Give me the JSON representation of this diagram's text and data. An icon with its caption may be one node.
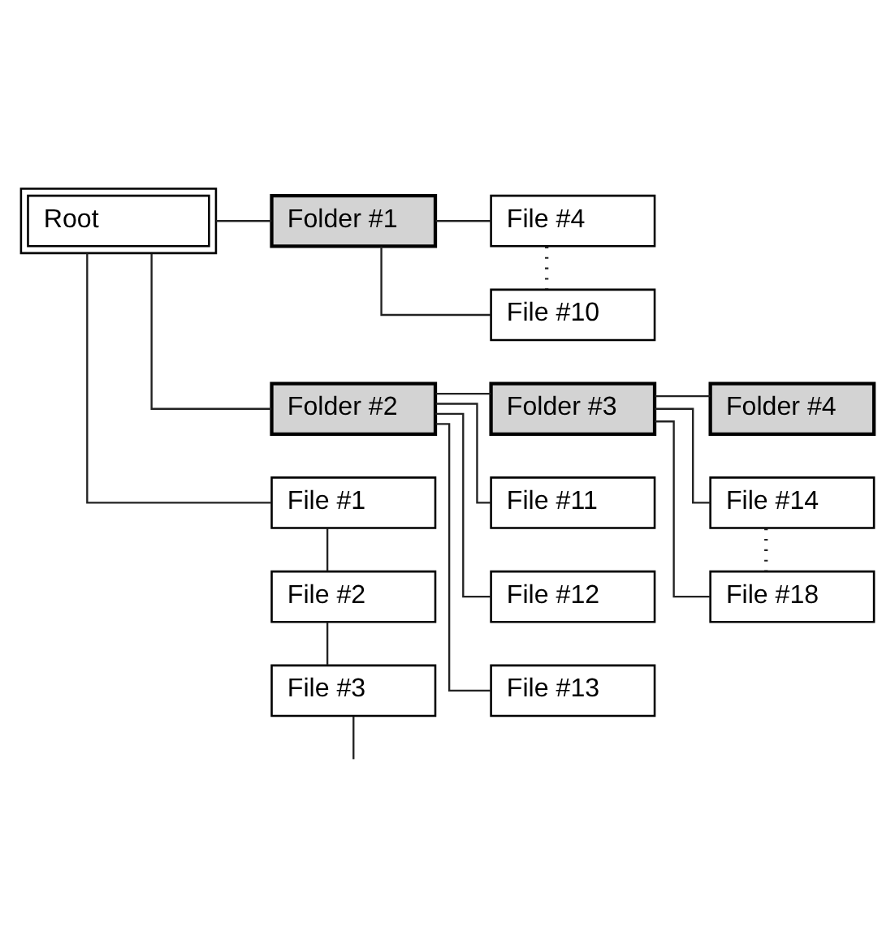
{
  "diagram": {
    "nodes": [
      {
        "text": [
          "Root"
        ]
      },
      {
        "text": [
          "Folder #1"
        ]
      },
      {
        "text": [
          "File #4"
        ]
      },
      {
        "text": [
          "File #10"
        ]
      },
      {
        "text": [
          "Folder #2"
        ]
      },
      {
        "text": [
          "Folder #3"
        ]
      },
      {
        "text": [
          "Folder #4"
        ]
      },
      {
        "text": [
          "File #1"
        ]
      },
      {
        "text": [
          "File #11"
        ]
      },
      {
        "text": [
          "File #14"
        ]
      },
      {
        "text": [
          "File #2"
        ]
      },
      {
        "text": [
          "File #12"
        ]
      },
      {
        "text": [
          "File #3"
        ]
      },
      {
        "text": [
          "File #13"
        ]
      },
      {
        "text": [
          "File #18"
        ]
      }
    ],
    "edges": [
      {
        "from": 0,
        "to": 1,
        "arrow": "none"
      },
      {
        "from": 0,
        "to": 4,
        "arrow": "none"
      },
      {
        "from": 0,
        "to": 7,
        "arrow": "none"
      },
      {
        "from": 7,
        "to": 10,
        "arrow": "none"
      },
      {
        "from": 10,
        "to": 12,
        "arrow": "none"
      },
      {
        "from": 12,
        "to": null,
        "arrow": "none"
      },
      {
        "from": 1,
        "to": 2,
        "arrow": "none"
      },
      {
        "from": 1,
        "to": 3,
        "arrow": "none"
      },
      {
        "from": 2,
        "to": 3,
        "arrow": "none",
        "style": "dashed"
      },
      {
        "from": 4,
        "to": 5,
        "arrow": "none"
      },
      {
        "from": 4,
        "to": 8,
        "arrow": "none"
      },
      {
        "from": 4,
        "to": 11,
        "arrow": "none"
      },
      {
        "from": 4,
        "to": 13,
        "arrow": "none"
      },
      {
        "from": 5,
        "to": 6,
        "arrow": "none"
      },
      {
        "from": 5,
        "to": 9,
        "arrow": "none"
      },
      {
        "from": 5,
        "to": 14,
        "arrow": "none"
      },
      {
        "from": 9,
        "to": 14,
        "arrow": "none",
        "style": "dashed"
      }
    ]
  }
}
